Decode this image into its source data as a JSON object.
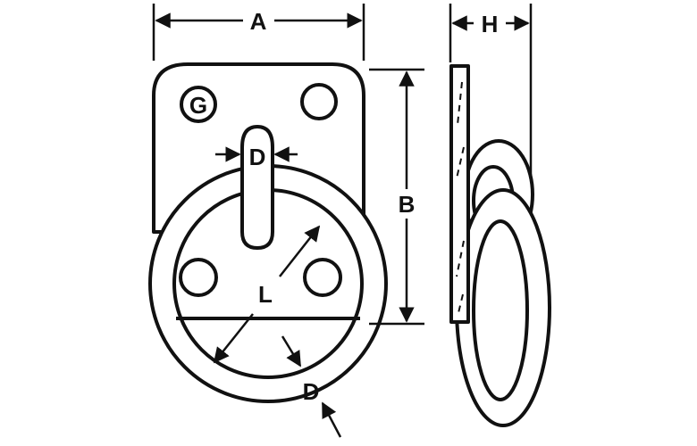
{
  "labels": {
    "width": "A",
    "height": "B",
    "thickness": "H",
    "pin_diameter": "D",
    "ring_inner": "L",
    "ring_wire": "D",
    "hole": "G"
  },
  "colors": {
    "line": "#111111",
    "background": "#ffffff"
  }
}
